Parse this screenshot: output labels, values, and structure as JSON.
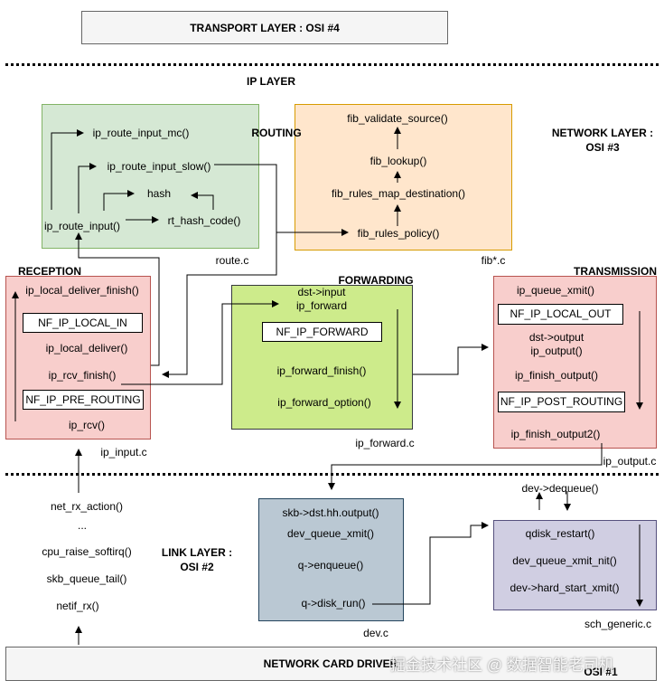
{
  "colors": {
    "route_fill": "#d5e8d4",
    "route_border": "#82b366",
    "fib_fill": "#ffe6cc",
    "fib_border": "#d79b00",
    "red_fill": "#f8cecc",
    "red_border": "#b85450",
    "fwd_fill": "#cdeb8b",
    "fwd_border": "#36393d",
    "dev_fill": "#bac8d3",
    "dev_border": "#23445d",
    "sched_fill": "#d0cee2",
    "sched_border": "#56517e",
    "gray_fill": "#f5f5f5",
    "gray_border": "#666666"
  },
  "headers": {
    "transport": "TRANSPORT LAYER : OSI #4",
    "ip_layer": "IP LAYER",
    "network_layer_1": "NETWORK LAYER :",
    "network_layer_2": "OSI #3",
    "link_layer_1": "LINK LAYER :",
    "link_layer_2": "OSI #2",
    "network_card": "NETWORK CARD DRIVER",
    "physical_partial": "OSI #1"
  },
  "section_labels": {
    "routing": "ROUTING",
    "reception": "RECEPTION",
    "forwarding": "FORWARDING",
    "transmission": "TRANSMISSION"
  },
  "files": {
    "route": "route.c",
    "fib": "fib*.c",
    "ip_input": "ip_input.c",
    "ip_forward": "ip_forward.c",
    "ip_output": "ip_output.c",
    "dev": "dev.c",
    "sch_generic": "sch_generic.c"
  },
  "routing": {
    "ip_route_input_mc": "ip_route_input_mc()",
    "ip_route_input_slow": "ip_route_input_slow()",
    "hash": "hash",
    "ip_route_input": "ip_route_input()",
    "rt_hash_code": "rt_hash_code()"
  },
  "fib": {
    "fib_validate_source": "fib_validate_source()",
    "fib_lookup": "fib_lookup()",
    "fib_rules_map_destination": "fib_rules_map_destination()",
    "fib_rules_policy": "fib_rules_policy()"
  },
  "reception": {
    "ip_local_deliver_finish": "ip_local_deliver_finish()",
    "nf_local_in": "NF_IP_LOCAL_IN",
    "ip_local_deliver": "ip_local_deliver()",
    "ip_rcv_finish": "ip_rcv_finish()",
    "nf_pre_routing": "NF_IP_PRE_ROUTING",
    "ip_rcv": "ip_rcv()"
  },
  "forwarding": {
    "dst_input": "dst->input",
    "ip_forward": "ip_forward",
    "nf_forward": "NF_IP_FORWARD",
    "ip_forward_finish": "ip_forward_finish()",
    "ip_forward_option": "ip_forward_option()"
  },
  "transmission": {
    "ip_queue_xmit": "ip_queue_xmit()",
    "nf_local_out": "NF_IP_LOCAL_OUT",
    "dst_output": "dst->output",
    "ip_output": "ip_output()",
    "ip_finish_output": "ip_finish_output()",
    "nf_post_routing": "NF_IP_POST_ROUTING",
    "ip_finish_output2": "ip_finish_output2()"
  },
  "rx_path": {
    "net_rx_action": "net_rx_action()",
    "ellipsis": "...",
    "cpu_raise_softirq": "cpu_raise_softirq()",
    "skb_queue_tail": "skb_queue_tail()",
    "netif_rx": "netif_rx()"
  },
  "dev": {
    "skb_dst_hh_output": "skb->dst.hh.output()",
    "dev_queue_xmit": "dev_queue_xmit()",
    "q_enqueue": "q->enqueue()",
    "q_disk_run": "q->disk_run()"
  },
  "sched": {
    "dev_dequeue": "dev->dequeue()",
    "qdisk_restart": "qdisk_restart()",
    "dev_queue_xmit_nit": "dev_queue_xmit_nit()",
    "dev_hard_start_xmit": "dev->hard_start_xmit()"
  },
  "watermark": "掘金技术社区 @ 数据智能老司机"
}
